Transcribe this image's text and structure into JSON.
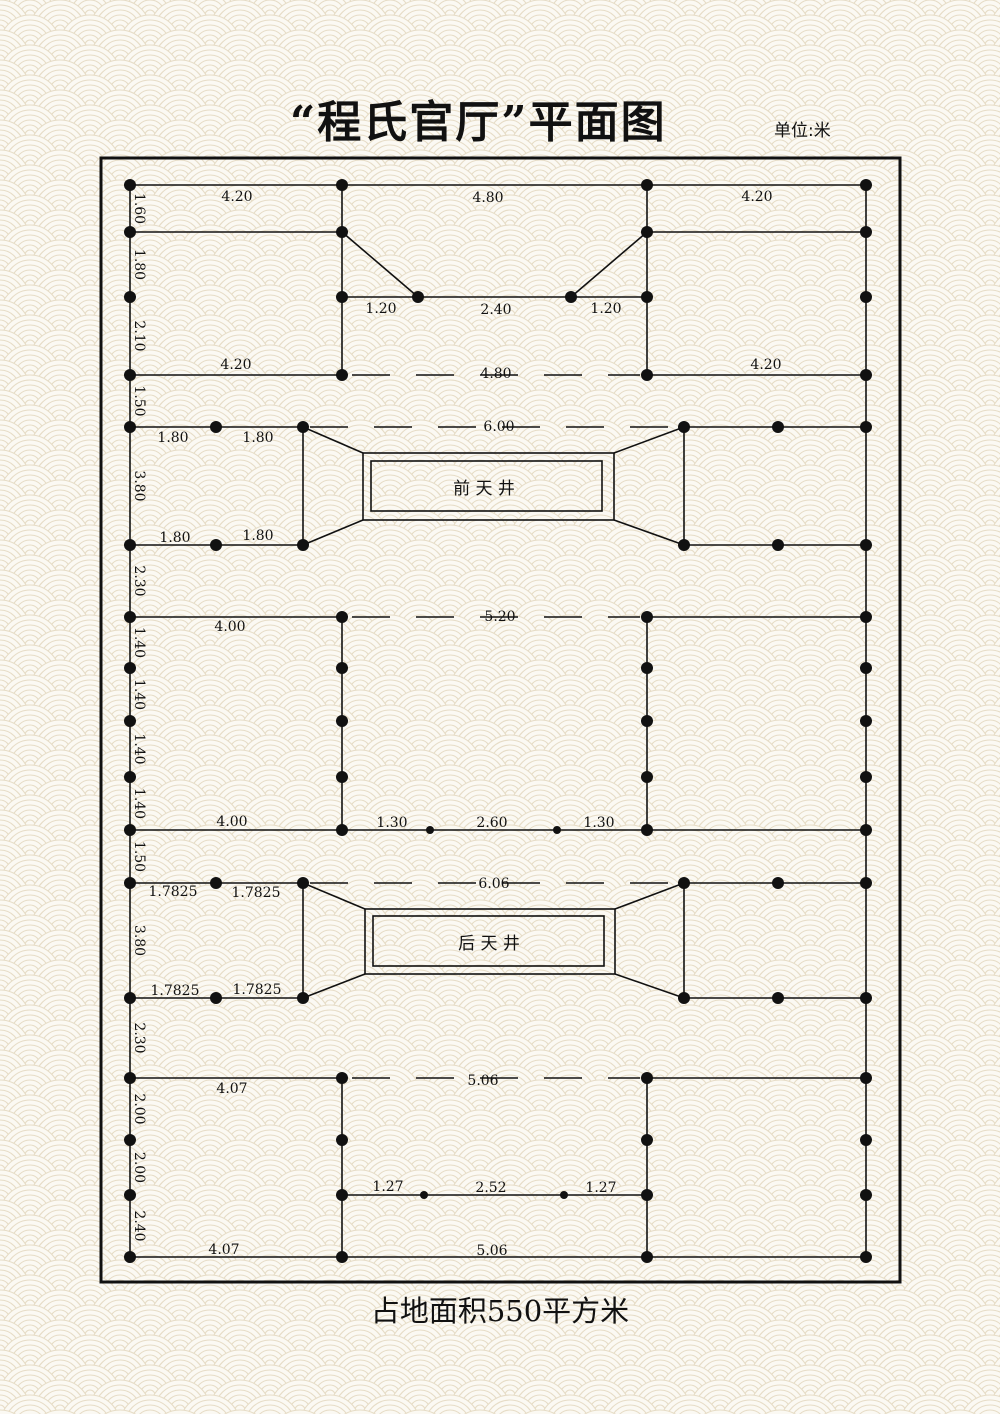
{
  "title": "“程氏官厅”平面图",
  "unit_label": "单位:米",
  "footer": "占地面积550平方米",
  "courtyards": {
    "front": "前 天 井",
    "back": "后 天 井"
  },
  "left_dims": [
    "1.60",
    "1.80",
    "2.10",
    "1.50",
    "3.80",
    "2.30",
    "1.40",
    "1.40",
    "1.40",
    "1.40",
    "1.50",
    "3.80",
    "2.30",
    "2.00",
    "2.00",
    "2.40"
  ],
  "row_labels": {
    "r1": [
      "4.20",
      "4.80",
      "4.20"
    ],
    "r2": [
      "1.20",
      "2.40",
      "1.20"
    ],
    "r3": [
      "4.20",
      "4.80",
      "4.20"
    ],
    "r4_top": [
      "1.80",
      "1.80",
      "6.00"
    ],
    "r4_bottom": [
      "1.80",
      "1.80"
    ],
    "r5": [
      "4.00",
      "5.20"
    ],
    "r6": [
      "4.00",
      "1.30",
      "2.60",
      "1.30"
    ],
    "r7_top": [
      "1.7825",
      "1.7825",
      "6.06"
    ],
    "r7_bottom": [
      "1.7825",
      "1.7825"
    ],
    "r8": [
      "4.07",
      "5.06"
    ],
    "r9": [
      "1.27",
      "2.52",
      "1.27"
    ],
    "r10": [
      "4.07",
      "5.06"
    ]
  }
}
